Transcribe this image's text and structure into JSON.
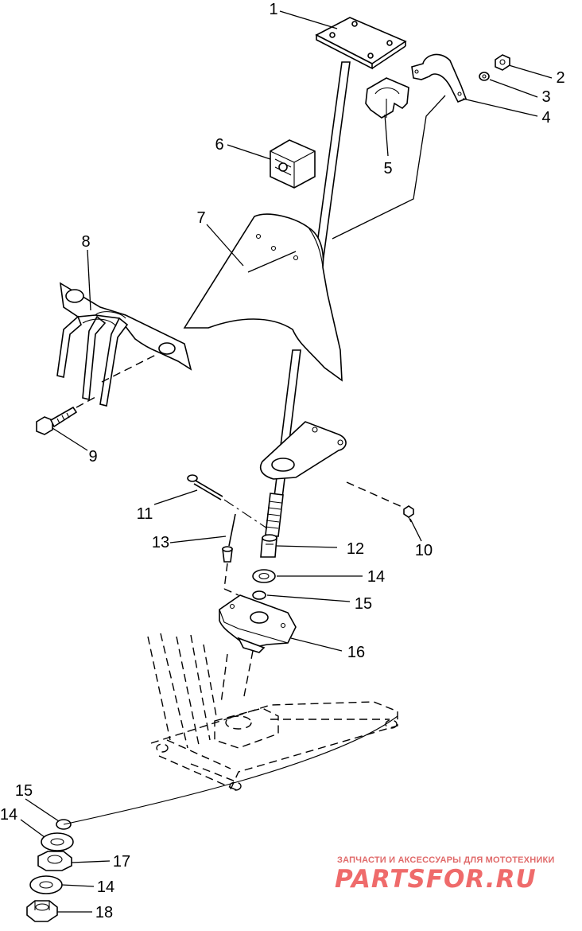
{
  "callouts": {
    "c1": "1",
    "c2": "2",
    "c3": "3",
    "c4": "4",
    "c5": "5",
    "c6": "6",
    "c7": "7",
    "c8": "8",
    "c9": "9",
    "c10": "10",
    "c11": "11",
    "c12": "12",
    "c13": "13",
    "c14a": "14",
    "c15a": "15",
    "c16": "16",
    "c15b": "15",
    "c14b": "14",
    "c17": "17",
    "c14c": "14",
    "c18": "18"
  },
  "watermark": {
    "tagline": "ЗАПЧАСТИ И АКСЕССУАРЫ ДЛЯ МОТОТЕХНИКИ",
    "brand": "PARTSFOR.RU",
    "color": "#ef6b6b"
  }
}
